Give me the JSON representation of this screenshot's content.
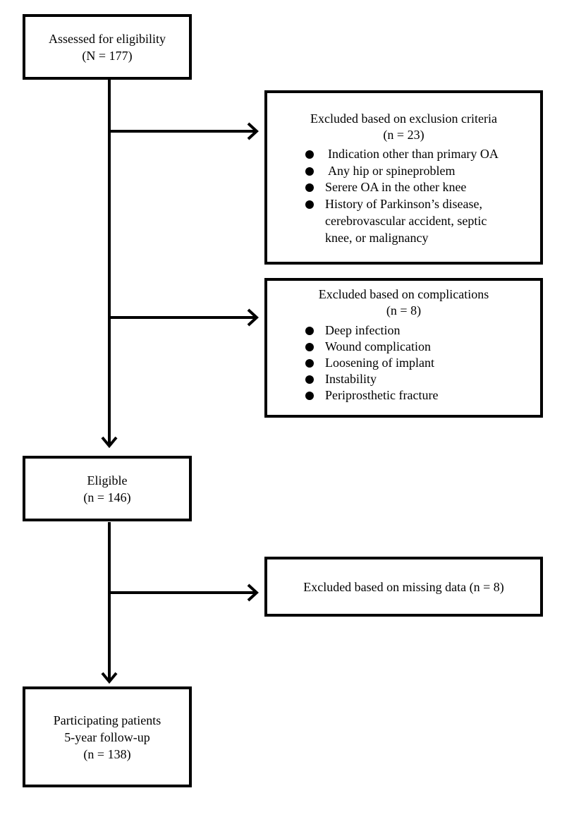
{
  "boxes": {
    "assessed": {
      "line1": "Assessed for eligibility",
      "line2": "(N = 177)"
    },
    "excluded_criteria": {
      "title": "Excluded based on exclusion criteria",
      "count": "(n = 23)",
      "items": [
        "Indication other than primary OA",
        "Any hip or spineproblem",
        "Serere OA in the other knee",
        "History of Parkinson’s disease,",
        "cerebrovascular accident, septic",
        "knee, or malignancy"
      ]
    },
    "excluded_complications": {
      "title": "Excluded based on complications",
      "count": "(n = 8)",
      "items": [
        "Deep infection",
        "Wound complication",
        "Loosening of implant",
        "Instability",
        "Periprosthetic fracture"
      ]
    },
    "eligible": {
      "line1": "Eligible",
      "line2": "(n = 146)"
    },
    "excluded_missing": {
      "text": "Excluded based on missing data (n = 8)"
    },
    "participating": {
      "line1": "Participating patients",
      "line2": "5-year follow-up",
      "line3": "(n = 138)"
    }
  }
}
